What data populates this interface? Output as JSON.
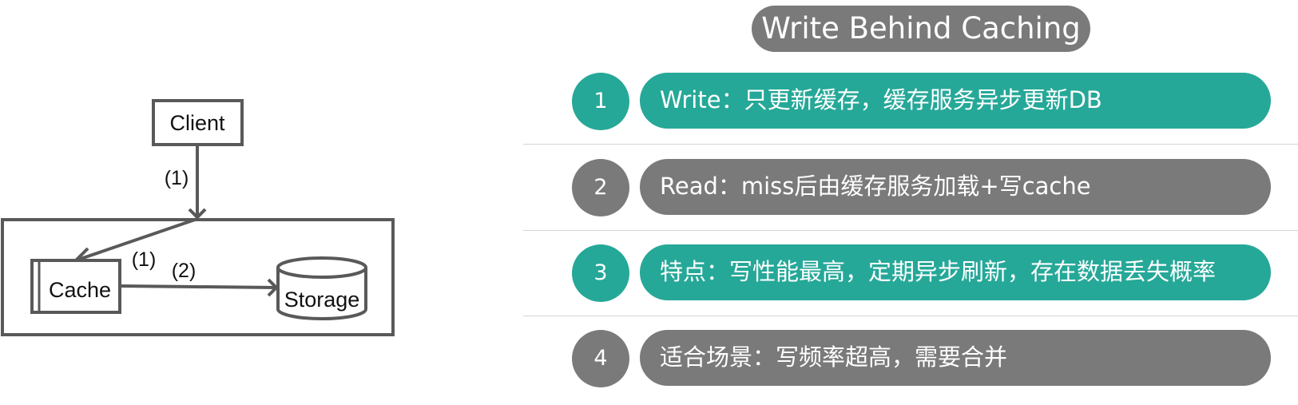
{
  "diagram": {
    "client_label": "Client",
    "cache_label": "Cache",
    "storage_label": "Storage",
    "step_client_to_system": "(1)",
    "step_to_cache": "(1)",
    "step_cache_to_storage": "(2)"
  },
  "title": "Write Behind Caching",
  "items": [
    {
      "number": "1",
      "text": "Write：只更新缓存，缓存服务异步更新DB",
      "color": "#26a898"
    },
    {
      "number": "2",
      "text": "Read：miss后由缓存服务加载+写cache",
      "color": "#7a7a7a"
    },
    {
      "number": "3",
      "text": "特点：写性能最高，定期异步刷新，存在数据丢失概率",
      "color": "#26a898"
    },
    {
      "number": "4",
      "text": "适合场景：写频率超高，需要合并",
      "color": "#7a7a7a"
    }
  ]
}
